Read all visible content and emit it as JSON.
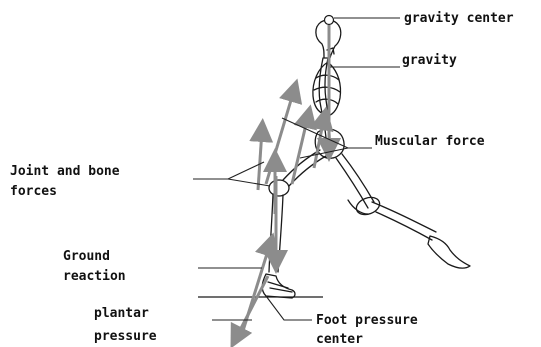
{
  "labels": {
    "gravity_center": "gravity center",
    "gravity": "gravity",
    "muscular_force": "Muscular force",
    "joint_bone_forces_line1": "Joint and bone",
    "joint_bone_forces_line2": "forces",
    "ground_reaction_line1": "Ground",
    "ground_reaction_line2": "reaction",
    "plantar_pressure_line1": "plantar",
    "plantar_pressure_line2": "pressure",
    "foot_pressure_center_line1": "Foot pressure",
    "foot_pressure_center_line2": "center"
  },
  "colors": {
    "outline": "#1a1a1a",
    "force_arrow": "#8c8c8c",
    "leader_line": "#222222",
    "background": "#ffffff"
  }
}
